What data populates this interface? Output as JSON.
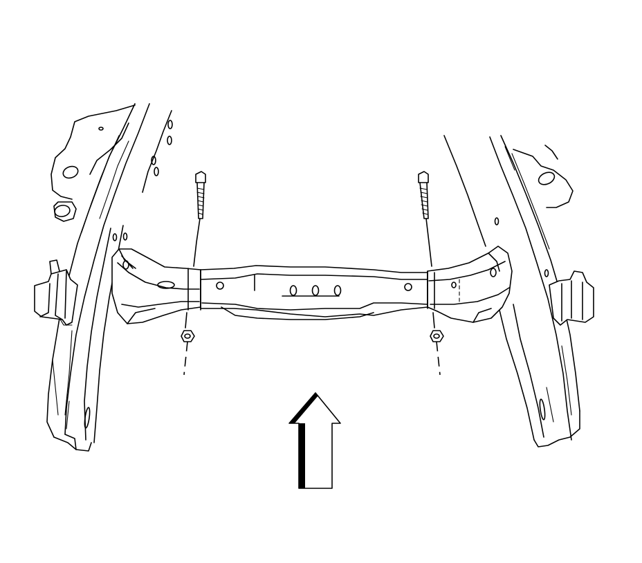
{
  "figure": {
    "type": "technical-line-illustration",
    "stroke_color": "#000000",
    "background_color": "#ffffff",
    "parts": [
      "left-frame-rail",
      "right-frame-rail",
      "crossmember",
      "left-bolt",
      "right-bolt",
      "left-nut",
      "right-nut",
      "direction-arrow"
    ],
    "arrow_direction": "up"
  }
}
